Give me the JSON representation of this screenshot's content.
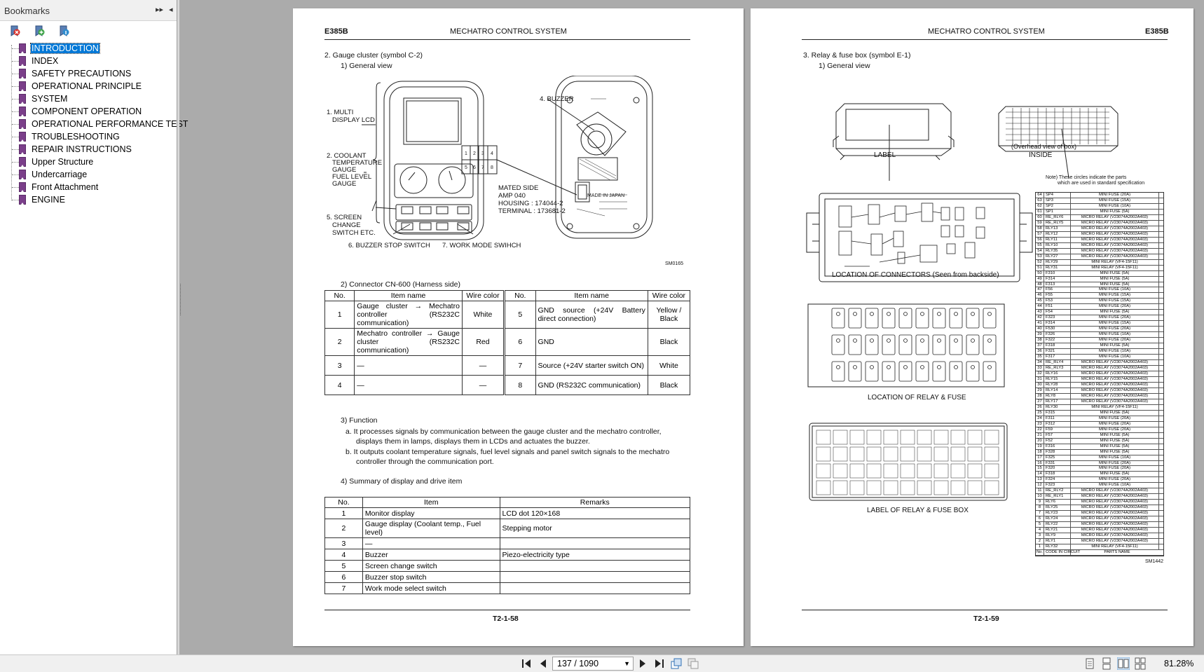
{
  "sidebar": {
    "title": "Bookmarks",
    "expand_label": "▸▸",
    "collapse_label": "◂",
    "toolbar_icons": [
      "delete-bookmark-icon",
      "new-bookmark-icon",
      "bookmark-properties-icon"
    ],
    "items": [
      {
        "label": "INTRODUCTION",
        "selected": true
      },
      {
        "label": "INDEX"
      },
      {
        "label": "SAFETY PRECAUTIONS"
      },
      {
        "label": "OPERATIONAL PRINCIPLE"
      },
      {
        "label": "SYSTEM"
      },
      {
        "label": "COMPONENT OPERATION"
      },
      {
        "label": "OPERATIONAL PERFORMANCE TEST"
      },
      {
        "label": "TROUBLESHOOTING"
      },
      {
        "label": "REPAIR INSTRUCTIONS"
      },
      {
        "label": "Upper Structure"
      },
      {
        "label": "Undercarriage"
      },
      {
        "label": "Front Attachment"
      },
      {
        "label": "ENGINE"
      }
    ]
  },
  "left_page": {
    "model": "E385B",
    "header": "MECHATRO CONTROL SYSTEM",
    "section": "2.  Gauge cluster (symbol C-2)",
    "sub1": "1)  General view",
    "callouts": {
      "multi1": "1. MULTI",
      "multi2": "DISPLAY LCD",
      "cool1": "2. COOLANT",
      "cool2": "TEMPERATURE",
      "cool3": "GAUGE",
      "cool4": "FUEL LEVEL",
      "cool5": "GAUGE",
      "screen1": "5. SCREEN",
      "screen2": "CHANGE",
      "screen3": "SWITCH ETC.",
      "buzzer_stop": "6. BUZZER STOP SWITCH",
      "work_mode": "7. WORK MODE SWIHCH",
      "buzzer": "4. BUZZER",
      "mated1": "MATED SIDE",
      "mated2": "AMP 040",
      "mated3": "HOUSING  : 174044-2",
      "mated4": "TERMINAL : 173681-2",
      "fig_id": "SM0165"
    },
    "sub2": "2)  Connector CN-600 (Harness side)",
    "connector_table": {
      "headers": [
        "No.",
        "Item name",
        "Wire color",
        "No.",
        "Item name",
        "Wire color"
      ],
      "rows": [
        [
          "1",
          "Gauge cluster → Mechatro controller (RS232C communication)",
          "White",
          "5",
          "GND source (+24V Battery direct connection)",
          "Yellow / Black"
        ],
        [
          "2",
          "Mechatro controller → Gauge cluster (RS232C communication)",
          "Red",
          "6",
          "GND",
          "Black"
        ],
        [
          "3",
          "—",
          "—",
          "7",
          "Source (+24V starter switch ON)",
          "White"
        ],
        [
          "4",
          "—",
          "—",
          "8",
          "GND (RS232C communication)",
          "Black"
        ]
      ]
    },
    "sub3": "3)  Function",
    "func_a1": "a.  It processes signals by communication between the gauge cluster and the mechatro controller,",
    "func_a2": "displays them in lamps, displays them in LCDs and actuates the buzzer.",
    "func_b1": "b.  It outputs coolant temperature signals, fuel level signals and panel switch signals to the mechatro",
    "func_b2": "controller through the communication port.",
    "sub4": "4)  Summary of display and drive item",
    "summary_table": {
      "headers": [
        "No.",
        "Item",
        "Remarks"
      ],
      "rows": [
        [
          "1",
          "Monitor display",
          "LCD  dot 120×168"
        ],
        [
          "2",
          "Gauge display (Coolant temp., Fuel level)",
          "Stepping motor"
        ],
        [
          "3",
          "—",
          ""
        ],
        [
          "4",
          "Buzzer",
          "Piezo-electricity type"
        ],
        [
          "5",
          "Screen change switch",
          ""
        ],
        [
          "6",
          "Buzzer stop switch",
          ""
        ],
        [
          "7",
          "Work mode select switch",
          ""
        ]
      ]
    },
    "page_no": "T2-1-58"
  },
  "right_page": {
    "header": "MECHATRO CONTROL SYSTEM",
    "model": "E385B",
    "section": "3.  Relay & fuse box (symbol E-1)",
    "sub1": "1)  General view",
    "label_caption": "LABEL",
    "overhead_caption": "(Overhead view of box)",
    "inside_caption": "INSIDE",
    "note1": "Note) These circles indicate the parts",
    "note2": "which are used in standard specification",
    "loc_connectors": "LOCATION OF CONNECTORS (Seen from backside)",
    "loc_relay": "LOCATION OF RELAY & FUSE",
    "label_relay": "LABEL OF RELAY & FUSE BOX",
    "fig_id": "SM1442",
    "fuse_footer": [
      "No.",
      "CODE IN CIRCUIT",
      "PARTS NAME"
    ],
    "fuse_rows": [
      [
        "64",
        "SP4",
        "MINI FUSE (20A)"
      ],
      [
        "63",
        "SP3",
        "MINI FUSE (15A)"
      ],
      [
        "62",
        "SP2",
        "MINI FUSE (10A)"
      ],
      [
        "61",
        "SP1",
        "MINI FUSE (5A)"
      ],
      [
        "60",
        "RE_RLY6",
        "MICRO RELAY (V23074A2002A403)"
      ],
      [
        "59",
        "RE_RLY5",
        "MICRO RELAY (V23074A2002A403)"
      ],
      [
        "58",
        "RLY13",
        "MICRO RELAY (V23074A2002A403)"
      ],
      [
        "57",
        "RLY12",
        "MICRO RELAY (V23074A2002A403)"
      ],
      [
        "56",
        "RLY11",
        "MICRO RELAY (V23074A2002A403)"
      ],
      [
        "55",
        "RLY10",
        "MICRO RELAY (V23074A2002A403)"
      ],
      [
        "54",
        "RLY35",
        "MICRO RELAY (V23074A2002A403)"
      ],
      [
        "53",
        "RLY27",
        "MICRO RELAY (V23074A2002A403)"
      ],
      [
        "52",
        "RLY29",
        "MINI RELAY (VF4-15F11)"
      ],
      [
        "51",
        "RLY31",
        "MINI RELAY (VF4-15F11)"
      ],
      [
        "50",
        "F310",
        "MINI FUSE (5A)"
      ],
      [
        "49",
        "F314",
        "MINI FUSE (5A)"
      ],
      [
        "48",
        "F313",
        "MINI FUSE (5A)"
      ],
      [
        "47",
        "F56",
        "MINI FUSE (10A)"
      ],
      [
        "46",
        "F55",
        "MINI FUSE (15A)"
      ],
      [
        "45",
        "F53",
        "MINI FUSE (15A)"
      ],
      [
        "44",
        "F51",
        "MINI FUSE (20A)"
      ],
      [
        "43",
        "F54",
        "MINI FUSE (5A)"
      ],
      [
        "42",
        "F323",
        "MINI FUSE (20A)"
      ],
      [
        "41",
        "F314",
        "MINI FUSE (15A)"
      ],
      [
        "40",
        "F530",
        "MINI FUSE (20A)"
      ],
      [
        "39",
        "F326",
        "MINI FUSE (10A)"
      ],
      [
        "38",
        "F322",
        "MINI FUSE (20A)"
      ],
      [
        "37",
        "F318",
        "MINI FUSE (5A)"
      ],
      [
        "36",
        "F321",
        "MINI FUSE (10A)"
      ],
      [
        "35",
        "F317",
        "MINI FUSE (10A)"
      ],
      [
        "34",
        "RE_RLY4",
        "MICRO RELAY (V23074A2002A403)"
      ],
      [
        "33",
        "RE_RLY3",
        "MICRO RELAY (V23074A2002A403)"
      ],
      [
        "32",
        "RLY16",
        "MICRO RELAY (V23074A2002A403)"
      ],
      [
        "31",
        "RLY15",
        "MICRO RELAY (V23074A2002A403)"
      ],
      [
        "30",
        "RLY28",
        "MICRO RELAY (V23074A2002A403)"
      ],
      [
        "29",
        "RLY14",
        "MICRO RELAY (V23074A2002A403)"
      ],
      [
        "28",
        "RLY8",
        "MICRO RELAY (V23074A2002A403)"
      ],
      [
        "27",
        "RLY17",
        "MICRO RELAY (V23074A2002A403)"
      ],
      [
        "26",
        "RLY30",
        "MINI RELAY (VF4-15F11)"
      ],
      [
        "25",
        "F315",
        "MINI FUSE (5A)"
      ],
      [
        "24",
        "F311",
        "MINI FUSE (20A)"
      ],
      [
        "23",
        "F312",
        "MINI FUSE (20A)"
      ],
      [
        "22",
        "F59",
        "MINI FUSE (20A)"
      ],
      [
        "21",
        "F57",
        "MINI FUSE (5A)"
      ],
      [
        "20",
        "F52",
        "MINI FUSE (5A)"
      ],
      [
        "19",
        "F316",
        "MINI FUSE (5A)"
      ],
      [
        "18",
        "F328",
        "MINI FUSE (5A)"
      ],
      [
        "17",
        "F325",
        "MINI FUSE (10A)"
      ],
      [
        "16",
        "F331",
        "MINI FUSE (20A)"
      ],
      [
        "15",
        "F320",
        "MINI FUSE (20A)"
      ],
      [
        "14",
        "F318",
        "MINI FUSE (5A)"
      ],
      [
        "13",
        "F324",
        "MINI FUSE (20A)"
      ],
      [
        "12",
        "F323",
        "MINI FUSE (10A)"
      ],
      [
        "11",
        "RE_RLY2",
        "MICRO RELAY (V23074A2002A403)"
      ],
      [
        "10",
        "RE_RLY1",
        "MICRO RELAY (V23074A2002A403)"
      ],
      [
        "9",
        "RLY6",
        "MICRO RELAY (V23074A2002A403)"
      ],
      [
        "8",
        "RLY25",
        "MICRO RELAY (V23074A2002A403)"
      ],
      [
        "7",
        "RLY23",
        "MICRO RELAY (V23074A2002A403)"
      ],
      [
        "6",
        "RLY24",
        "MICRO RELAY (V23074A2002A403)"
      ],
      [
        "5",
        "RLY22",
        "MICRO RELAY (V23074A2002A403)"
      ],
      [
        "4",
        "RLY21",
        "MICRO RELAY (V23074A2002A403)"
      ],
      [
        "3",
        "RLY9",
        "MICRO RELAY (V23074A2002A403)"
      ],
      [
        "2",
        "RLY1",
        "MICRO RELAY (V23074A2002A403)"
      ],
      [
        "1",
        "RLY32",
        "MINI RELAY (VF4-15F11)"
      ]
    ],
    "page_no": "T2-1-59"
  },
  "bottom_bar": {
    "page_field": "137 / 1090",
    "zoom": "81.28%"
  }
}
